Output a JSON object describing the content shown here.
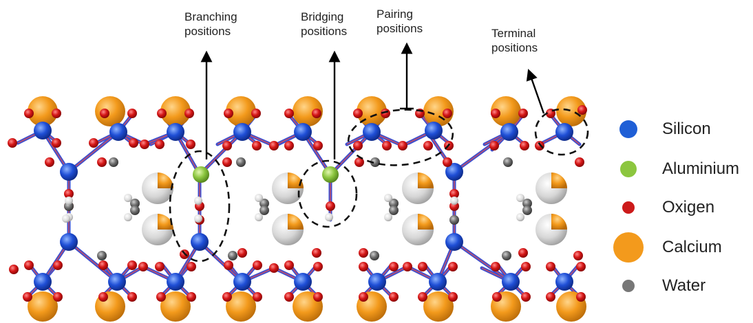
{
  "annotations": [
    {
      "id": "branching",
      "line1": "Branching",
      "line2": "positions"
    },
    {
      "id": "bridging",
      "line1": "Bridging",
      "line2": "positions"
    },
    {
      "id": "pairing",
      "line1": "Pairing",
      "line2": "positions"
    },
    {
      "id": "terminal",
      "line1": "Terminal",
      "line2": "positions"
    }
  ],
  "legend": [
    {
      "id": "silicon",
      "label": "Silicon",
      "color": "#1f5fd6"
    },
    {
      "id": "aluminium",
      "label": "Aluminium",
      "color": "#8cc63f"
    },
    {
      "id": "oxigen",
      "label": "Oxigen",
      "color": "#cc1a1a"
    },
    {
      "id": "calcium",
      "label": "Calcium",
      "color": "#f39a1c"
    },
    {
      "id": "water",
      "label": "Water",
      "color": "#777777"
    }
  ]
}
